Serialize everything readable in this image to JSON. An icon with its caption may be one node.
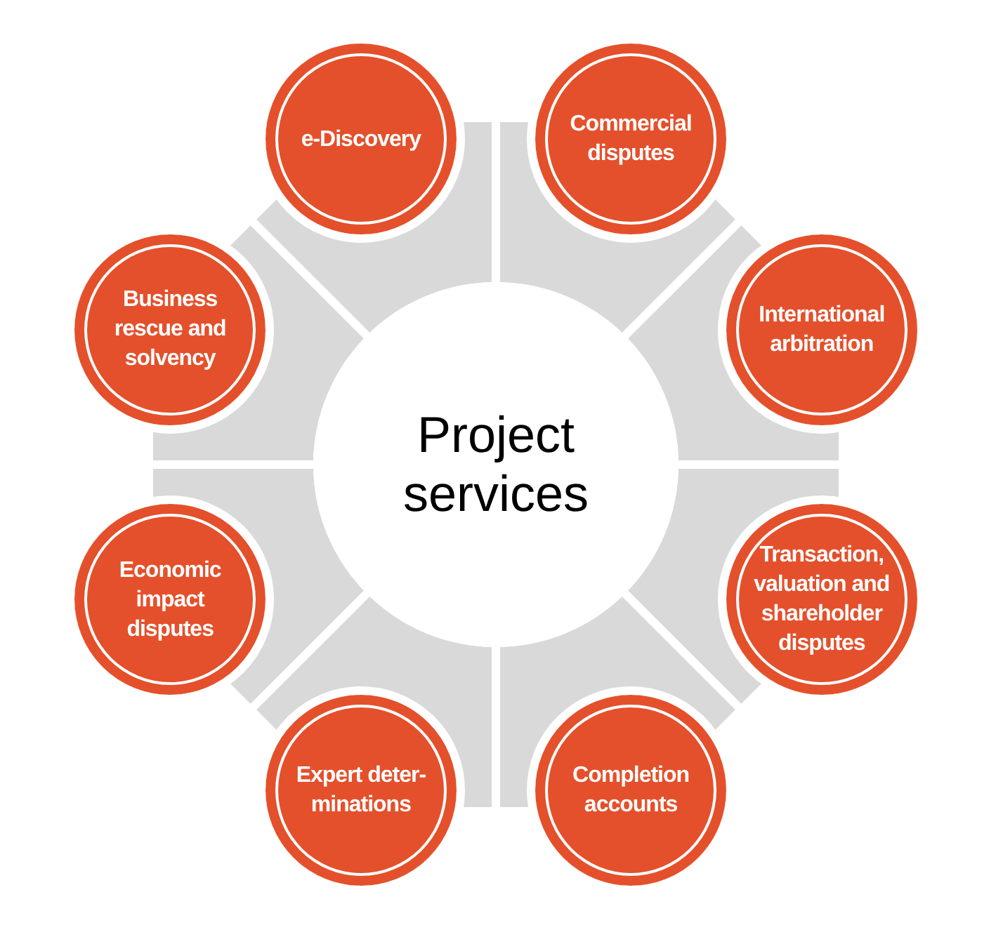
{
  "diagram": {
    "nodes": [
      {
        "text": [
          "Project services"
        ]
      },
      {
        "text": [
          "e-Discovery"
        ]
      },
      {
        "text": [
          "Commercial disputes"
        ]
      },
      {
        "text": [
          "International arbitration"
        ]
      },
      {
        "text": [
          "Transaction, valuation and shareholder disputes"
        ]
      },
      {
        "text": [
          "Completion accounts"
        ]
      },
      {
        "text": [
          "Expert deter- minations"
        ]
      },
      {
        "text": [
          "Economic impact disputes"
        ]
      },
      {
        "text": [
          "Business rescue and solvency"
        ]
      }
    ]
  }
}
